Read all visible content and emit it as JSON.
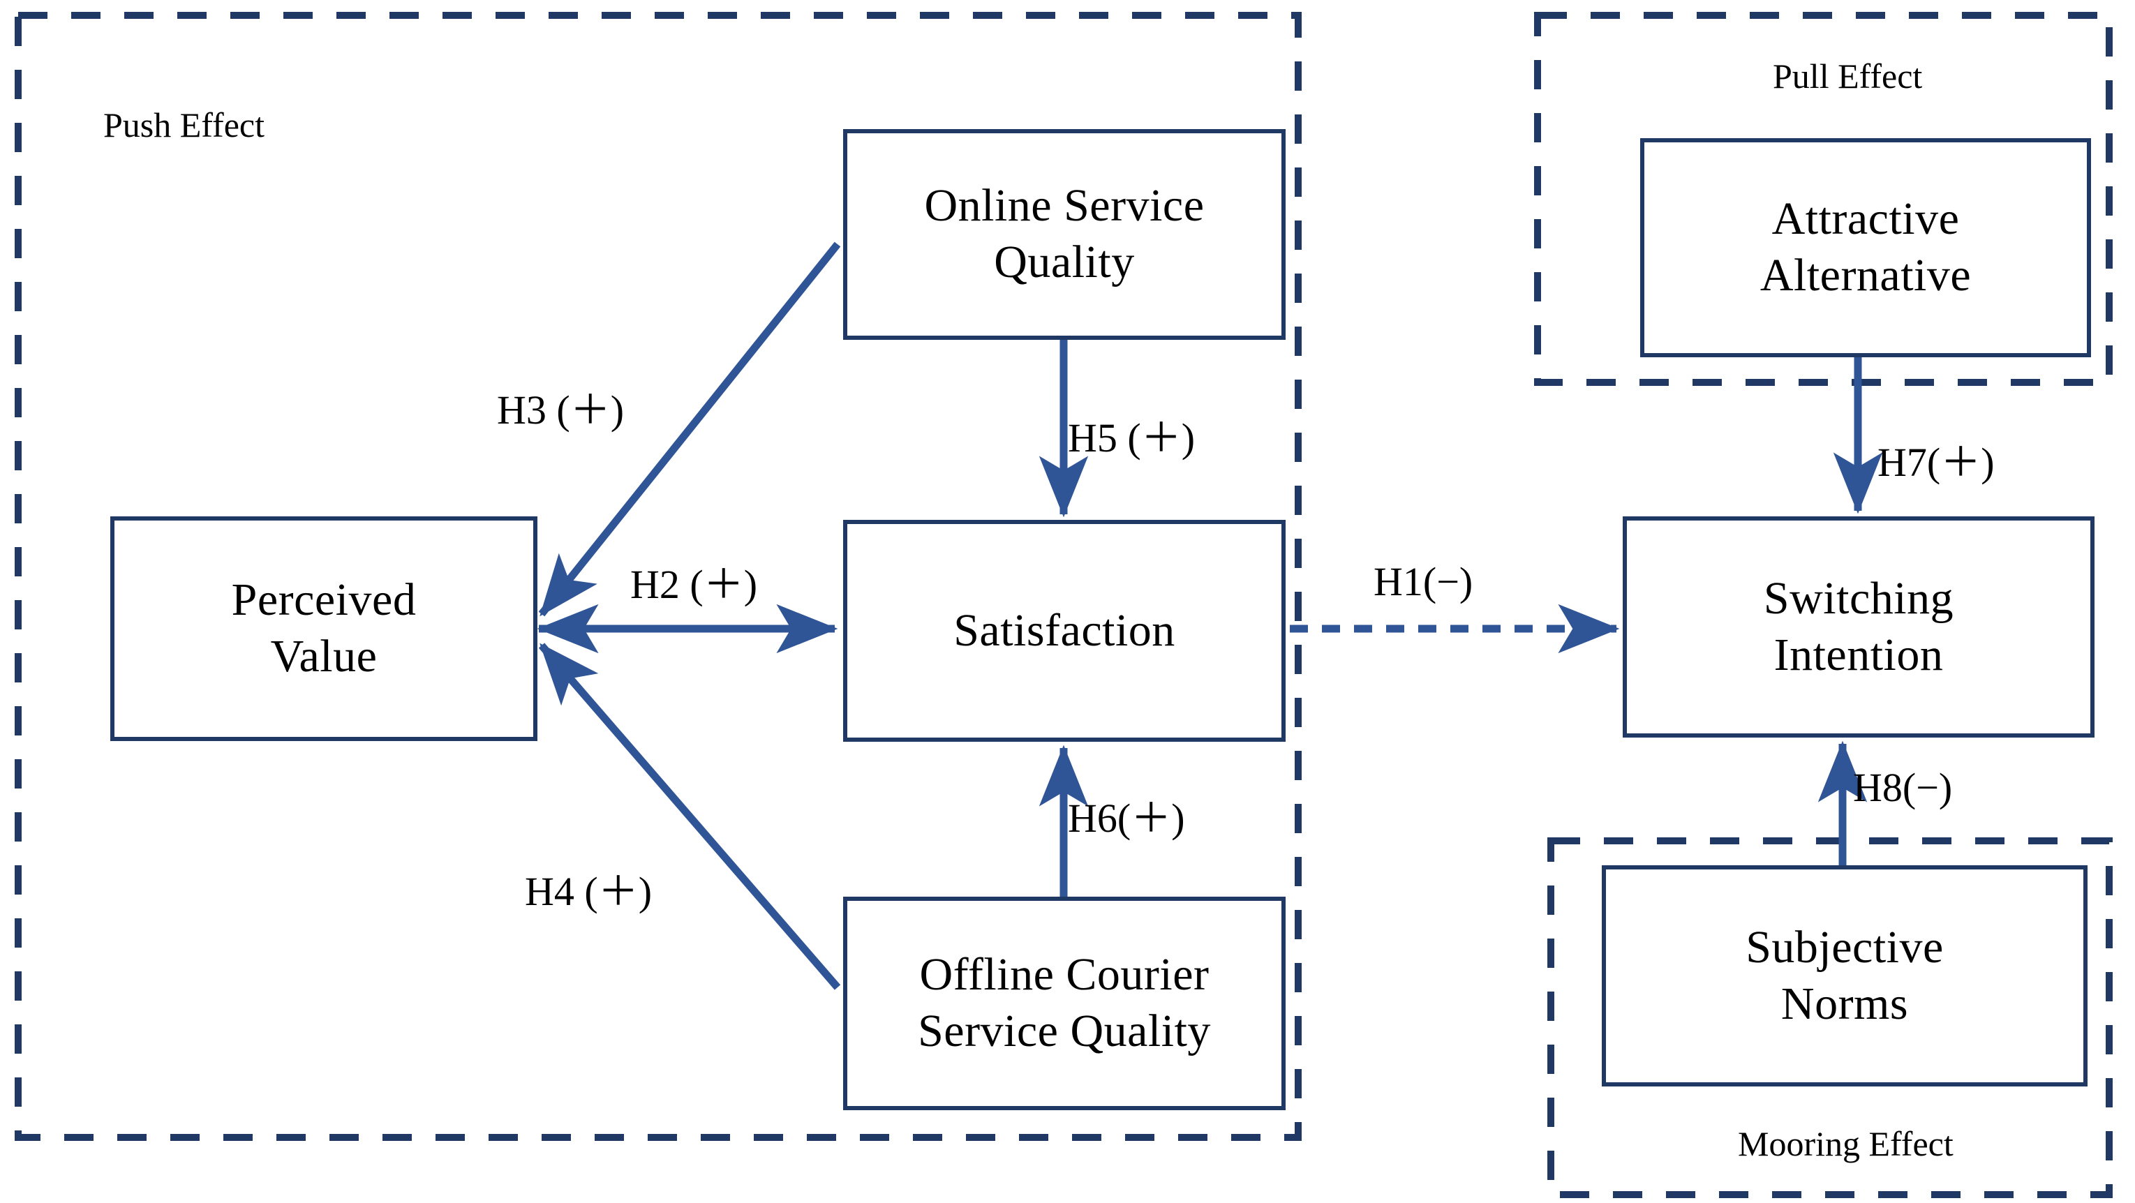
{
  "diagram": {
    "title": "Push-Pull-Mooring research model",
    "colors": {
      "node_border": "#203864",
      "connector": "#2f5597",
      "group_border": "#203864",
      "text": "#000000",
      "background": "#ffffff"
    },
    "groups": [
      {
        "id": "push",
        "label": "Push Effect"
      },
      {
        "id": "pull",
        "label": "Pull Effect"
      },
      {
        "id": "mooring",
        "label": "Mooring Effect"
      }
    ],
    "nodes": [
      {
        "id": "perceived-value",
        "label": "Perceived\nValue",
        "line1": "Perceived",
        "line2": "Value",
        "group": "push"
      },
      {
        "id": "online-service-quality",
        "label": "Online Service\nQuality",
        "line1": "Online Service",
        "line2": "Quality",
        "group": "push"
      },
      {
        "id": "satisfaction",
        "label": "Satisfaction",
        "line1": "Satisfaction",
        "line2": "",
        "group": "push"
      },
      {
        "id": "offline-courier",
        "label": "Offline Courier\nService Quality",
        "line1": "Offline Courier",
        "line2": "Service Quality",
        "group": "push"
      },
      {
        "id": "attractive-alternative",
        "label": "Attractive\nAlternative",
        "line1": "Attractive",
        "line2": "Alternative",
        "group": "pull"
      },
      {
        "id": "switching-intention",
        "label": "Switching\nIntention",
        "line1": "Switching",
        "line2": "Intention",
        "group": "mooring"
      },
      {
        "id": "subjective-norms",
        "label": "Subjective\nNorms",
        "line1": "Subjective",
        "line2": "Norms",
        "group": "mooring"
      }
    ],
    "edges": [
      {
        "id": "h1",
        "label": "H1(−)",
        "from": "satisfaction",
        "to": "switching-intention",
        "sign": "-",
        "style": "dashed"
      },
      {
        "id": "h2",
        "label": "H2 (＋)",
        "from": "perceived-value",
        "to": "satisfaction",
        "sign": "+",
        "style": "solid"
      },
      {
        "id": "h3",
        "label": "H3 (＋)",
        "from": "perceived-value",
        "to": "online-service-quality",
        "sign": "+",
        "style": "solid"
      },
      {
        "id": "h4",
        "label": "H4 (＋)",
        "from": "perceived-value",
        "to": "offline-courier",
        "sign": "+",
        "style": "solid"
      },
      {
        "id": "h5",
        "label": "H5 (＋)",
        "from": "online-service-quality",
        "to": "satisfaction",
        "sign": "+",
        "style": "solid"
      },
      {
        "id": "h6",
        "label": "H6(＋)",
        "from": "offline-courier",
        "to": "satisfaction",
        "sign": "+",
        "style": "solid"
      },
      {
        "id": "h7",
        "label": "H7(＋)",
        "from": "attractive-alternative",
        "to": "switching-intention",
        "sign": "+",
        "style": "solid"
      },
      {
        "id": "h8",
        "label": "H8(−)",
        "from": "subjective-norms",
        "to": "switching-intention",
        "sign": "-",
        "style": "solid"
      }
    ]
  }
}
